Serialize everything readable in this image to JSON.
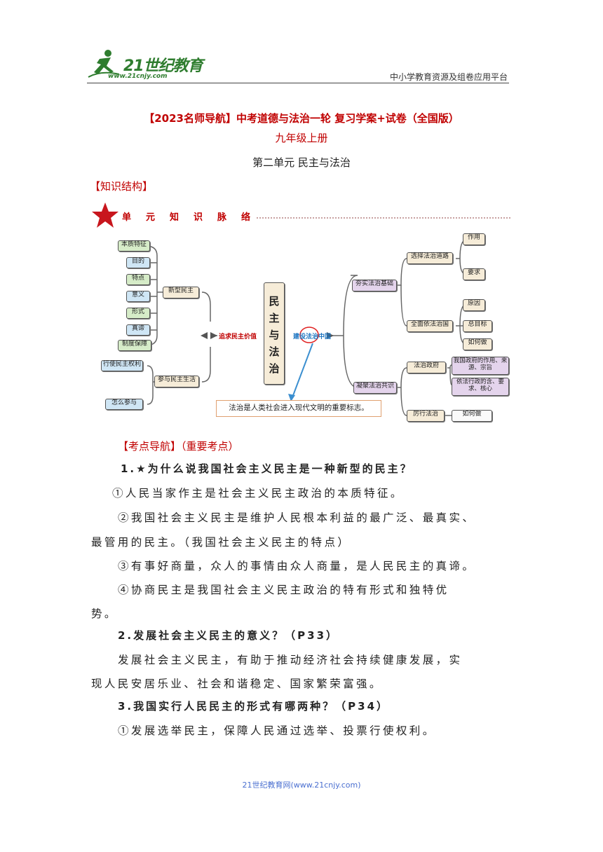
{
  "header": {
    "logo_text": "21世纪教育",
    "logo_url": "www.21cnjy.com",
    "platform": "中小学教育资源及组卷应用平台"
  },
  "title": "【2023名师导航】中考道德与法治一轮 复习学案+试卷（全国版）",
  "subtitle": "九年级上册",
  "unit_title": "第二单元 民主与法治",
  "section_label": "【知识结构】",
  "mindmap": {
    "banner": "单元知识脉络",
    "center": "民主与法治",
    "left_branch": "追求民主价值",
    "right_branch": "建设法治中国",
    "left_nodes": {
      "new_democracy": "新型民主",
      "new_democracy_items": [
        "本质特征",
        "目的",
        "特点",
        "意义",
        "形式",
        "真谛",
        "制度保障"
      ],
      "participate": "参与民主生活",
      "participate_items": [
        "行使民主权利",
        "怎么参与"
      ]
    },
    "right_nodes": {
      "foundation": "夯实法治基础",
      "path": "选择法治道路",
      "path_items": [
        "作用",
        "要求"
      ],
      "governance": "全面依法治国",
      "governance_items": [
        "原因",
        "总目标",
        "如何做"
      ],
      "consensus": "凝聚法治共识",
      "gov": "法治政府",
      "gov_items": [
        "我国政府的作用、来源、宗旨",
        "依法行政的含、要求、核心"
      ],
      "practice": "厉行法治",
      "practice_items": [
        "如何做"
      ]
    },
    "note": "法治是人类社会进入现代文明的重要标志。"
  },
  "guide_label": "【考点导航】（重要考点）",
  "questions": {
    "q1": "1.★为什么说我国社会主义民主是一种新型的民主？",
    "q1_a1": "①人民当家作主是社会主义民主政治的本质特征。",
    "q1_a2_l1": "②我国社会主义民主是维护人民根本利益的最广泛、最真实、",
    "q1_a2_l2": "最管用的民主。（我国社会主义民主的特点）",
    "q1_a3": "③有事好商量，众人的事情由众人商量，是人民民主的真谛。",
    "q1_a4_l1": "④协商民主是我国社会主义民主政治的特有形式和独特优",
    "q1_a4_l2": "势。",
    "q2": "2.发展社会主义民主的意义？（P33）",
    "q2_a_l1": "发展社会主义民主，有助于推动经济社会持续健康发展，实",
    "q2_a_l2": "现人民安居乐业、社会和谐稳定、国家繁荣富强。",
    "q3": "3.我国实行人民民主的形式有哪两种？（P34）",
    "q3_a1": "①发展选举民主，保障人民通过选举、投票行使权利。"
  },
  "footer": "21世纪教育网(www.21cnjy.com)",
  "colors": {
    "title_red": "#c00000",
    "footer_blue": "#4a6fd0",
    "logo_green": "#2f7d2f"
  }
}
